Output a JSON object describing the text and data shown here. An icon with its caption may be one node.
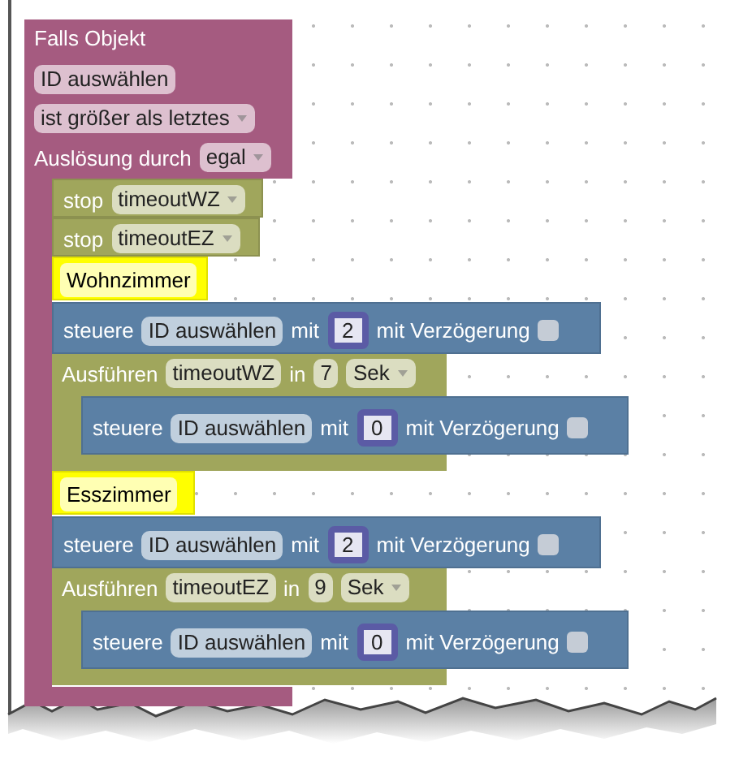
{
  "diagram": {
    "nodes": [
      {
        "text": [
          "Falls Objekt",
          "ID auswählen",
          "ist größer als letztes",
          "Auslösung durch",
          "egal"
        ]
      },
      {
        "text": [
          "stop",
          "timeoutWZ"
        ],
        "in": 0
      },
      {
        "text": [
          "stop",
          "timeoutEZ"
        ],
        "in": 0
      },
      {
        "text": [
          "Wohnzimmer"
        ],
        "in": 0
      },
      {
        "text": [
          "steuere",
          "ID auswählen",
          "mit",
          "2",
          "mit Verzögerung"
        ]
      },
      {
        "text": [
          "Ausführen",
          "timeoutWZ",
          "in",
          "7",
          "Sek"
        ]
      },
      {
        "text": [
          "steuere",
          "ID auswählen",
          "mit",
          "0",
          "mit Verzögerung"
        ]
      },
      {
        "text": [
          "Esszimmer"
        ],
        "in": 0
      },
      {
        "text": [
          "steuere",
          "ID auswählen",
          "mit",
          "2",
          "mit Verzögerung"
        ]
      },
      {
        "text": [
          "Ausführen",
          "timeoutEZ",
          "in",
          "9",
          "Sek"
        ]
      },
      {
        "text": [
          "steuere",
          "ID auswählen",
          "mit",
          "0",
          "mit Verzögerung"
        ]
      }
    ]
  }
}
